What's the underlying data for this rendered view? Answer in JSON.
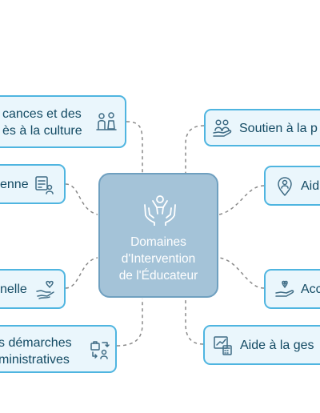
{
  "center": {
    "title_lines": [
      "Domaines",
      "d'Intervention",
      "de l'Éducateur"
    ]
  },
  "nodes": {
    "vacances": {
      "lines": [
        "cances et des",
        "ès à la culture"
      ]
    },
    "enne": {
      "lines": [
        "enne"
      ]
    },
    "nelle": {
      "lines": [
        "nelle"
      ]
    },
    "demarches": {
      "lines": [
        "s démarches",
        "ministratives"
      ]
    },
    "soutien": {
      "lines": [
        "Soutien à la p"
      ]
    },
    "aide": {
      "lines": [
        "Aid"
      ]
    },
    "acc": {
      "lines": [
        "Acc"
      ]
    },
    "gestion": {
      "lines": [
        "Aide à la ges"
      ]
    }
  },
  "colors": {
    "node_fill": "#eaf6fc",
    "node_border": "#4fb5e0",
    "center_fill": "#a4c3d8",
    "center_border": "#6fa0c0",
    "text": "#134a63",
    "connector": "#808080"
  }
}
